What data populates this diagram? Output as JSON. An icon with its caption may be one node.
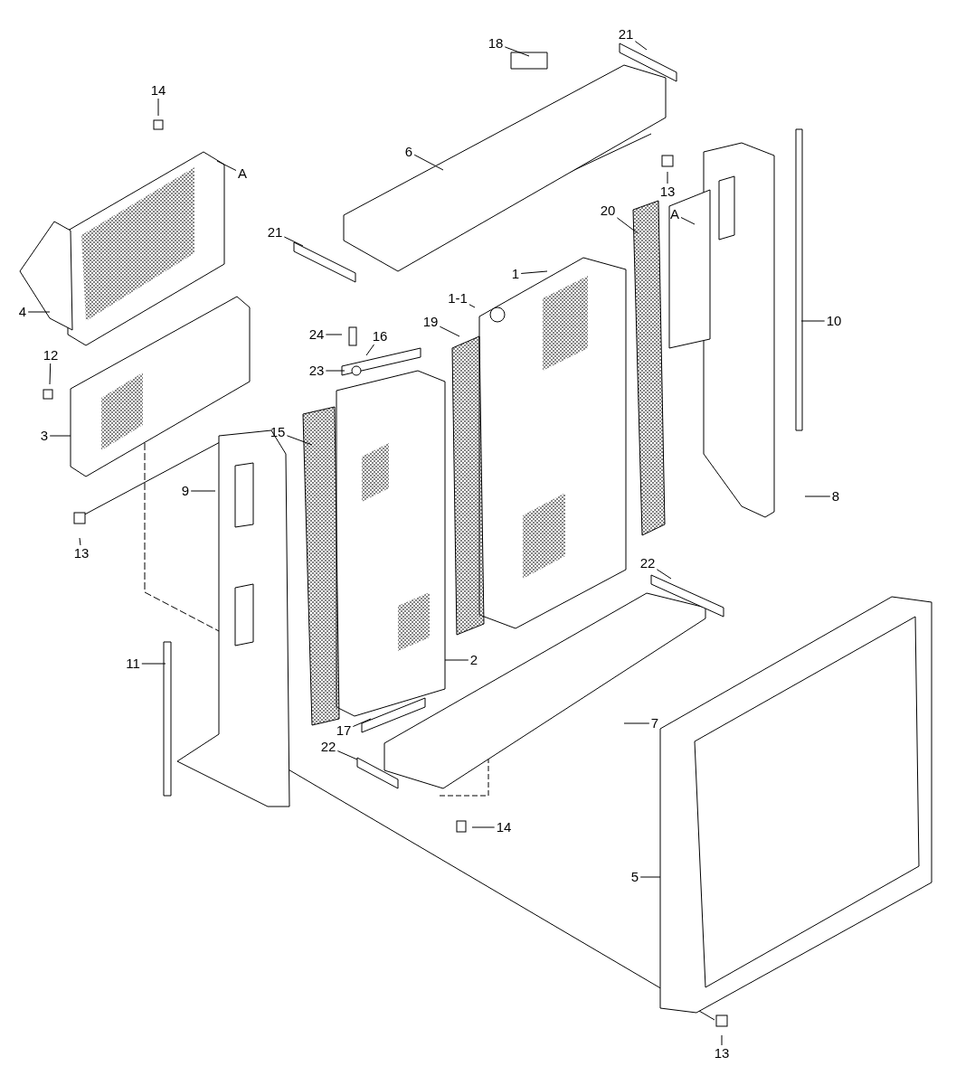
{
  "diagram": {
    "nodes": [
      {
        "text": [
          "21"
        ]
      },
      {
        "text": [
          "18"
        ]
      },
      {
        "text": [
          "14"
        ]
      },
      {
        "text": [
          "6"
        ]
      },
      {
        "text": [
          "A"
        ]
      },
      {
        "text": [
          "13"
        ]
      },
      {
        "text": [
          "20"
        ]
      },
      {
        "text": [
          "A"
        ]
      },
      {
        "text": [
          "21"
        ]
      },
      {
        "text": [
          "1"
        ]
      },
      {
        "text": [
          "1-1"
        ]
      },
      {
        "text": [
          "4"
        ]
      },
      {
        "text": [
          "10"
        ]
      },
      {
        "text": [
          "19"
        ]
      },
      {
        "text": [
          "24"
        ]
      },
      {
        "text": [
          "16"
        ]
      },
      {
        "text": [
          "12"
        ]
      },
      {
        "text": [
          "23"
        ]
      },
      {
        "text": [
          "15"
        ]
      },
      {
        "text": [
          "3"
        ]
      },
      {
        "text": [
          "9"
        ]
      },
      {
        "text": [
          "8"
        ]
      },
      {
        "text": [
          "13"
        ]
      },
      {
        "text": [
          "22"
        ]
      },
      {
        "text": [
          "2"
        ]
      },
      {
        "text": [
          "11"
        ]
      },
      {
        "text": [
          "7"
        ]
      },
      {
        "text": [
          "17"
        ]
      },
      {
        "text": [
          "22"
        ]
      },
      {
        "text": [
          "14"
        ]
      },
      {
        "text": [
          "5"
        ]
      },
      {
        "text": [
          "13"
        ]
      }
    ],
    "edges": [
      {
        "from": 0,
        "to": null,
        "arrow": "none"
      },
      {
        "from": 1,
        "to": null,
        "arrow": "none"
      },
      {
        "from": 2,
        "to": null,
        "arrow": "none"
      },
      {
        "from": 3,
        "to": null,
        "arrow": "none"
      },
      {
        "from": 4,
        "to": null,
        "arrow": "none"
      },
      {
        "from": 5,
        "to": null,
        "arrow": "none"
      },
      {
        "from": 6,
        "to": null,
        "arrow": "none"
      },
      {
        "from": 7,
        "to": null,
        "arrow": "none"
      },
      {
        "from": 8,
        "to": null,
        "arrow": "none"
      },
      {
        "from": 9,
        "to": null,
        "arrow": "none"
      },
      {
        "from": 10,
        "to": null,
        "arrow": "none"
      },
      {
        "from": 11,
        "to": null,
        "arrow": "none"
      },
      {
        "from": 12,
        "to": null,
        "arrow": "none"
      },
      {
        "from": 13,
        "to": null,
        "arrow": "none"
      },
      {
        "from": 14,
        "to": null,
        "arrow": "none"
      },
      {
        "from": 15,
        "to": null,
        "arrow": "none"
      },
      {
        "from": 16,
        "to": null,
        "arrow": "none"
      },
      {
        "from": 17,
        "to": null,
        "arrow": "none"
      },
      {
        "from": 18,
        "to": null,
        "arrow": "none"
      },
      {
        "from": 19,
        "to": null,
        "arrow": "none"
      },
      {
        "from": 20,
        "to": null,
        "arrow": "none"
      },
      {
        "from": 21,
        "to": null,
        "arrow": "none"
      },
      {
        "from": 22,
        "to": null,
        "arrow": "none"
      },
      {
        "from": 23,
        "to": null,
        "arrow": "none"
      },
      {
        "from": 24,
        "to": null,
        "arrow": "none"
      },
      {
        "from": 25,
        "to": null,
        "arrow": "none"
      },
      {
        "from": 26,
        "to": null,
        "arrow": "none"
      },
      {
        "from": 27,
        "to": null,
        "arrow": "none"
      },
      {
        "from": 28,
        "to": null,
        "arrow": "none"
      },
      {
        "from": 29,
        "to": null,
        "arrow": "none"
      },
      {
        "from": 30,
        "to": null,
        "arrow": "none"
      },
      {
        "from": 31,
        "to": null,
        "arrow": "none"
      }
    ]
  }
}
